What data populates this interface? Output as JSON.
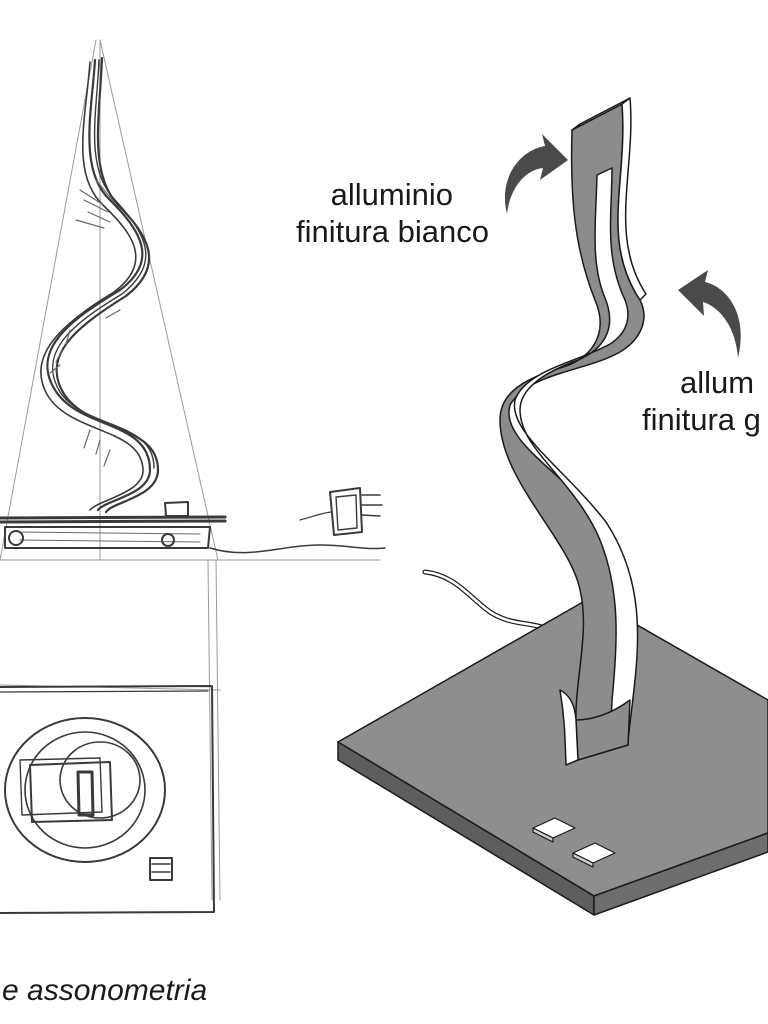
{
  "labels": {
    "white_finish": {
      "line1": "alluminio",
      "line2": "finitura bianco"
    },
    "grey_finish": {
      "line1": "allum",
      "line2": "finitura g"
    }
  },
  "caption": "zo e assonometria",
  "colors": {
    "pencil": "#3a3a3a",
    "aluminium_grey": "#8c8c8c",
    "aluminium_white": "#ffffff",
    "base_top": "#8e8e8e",
    "base_side": "#5e5e5e",
    "arrow": "#4a4a4a"
  },
  "icons": [
    "curved-arrow-icon",
    "curved-arrow-icon"
  ]
}
